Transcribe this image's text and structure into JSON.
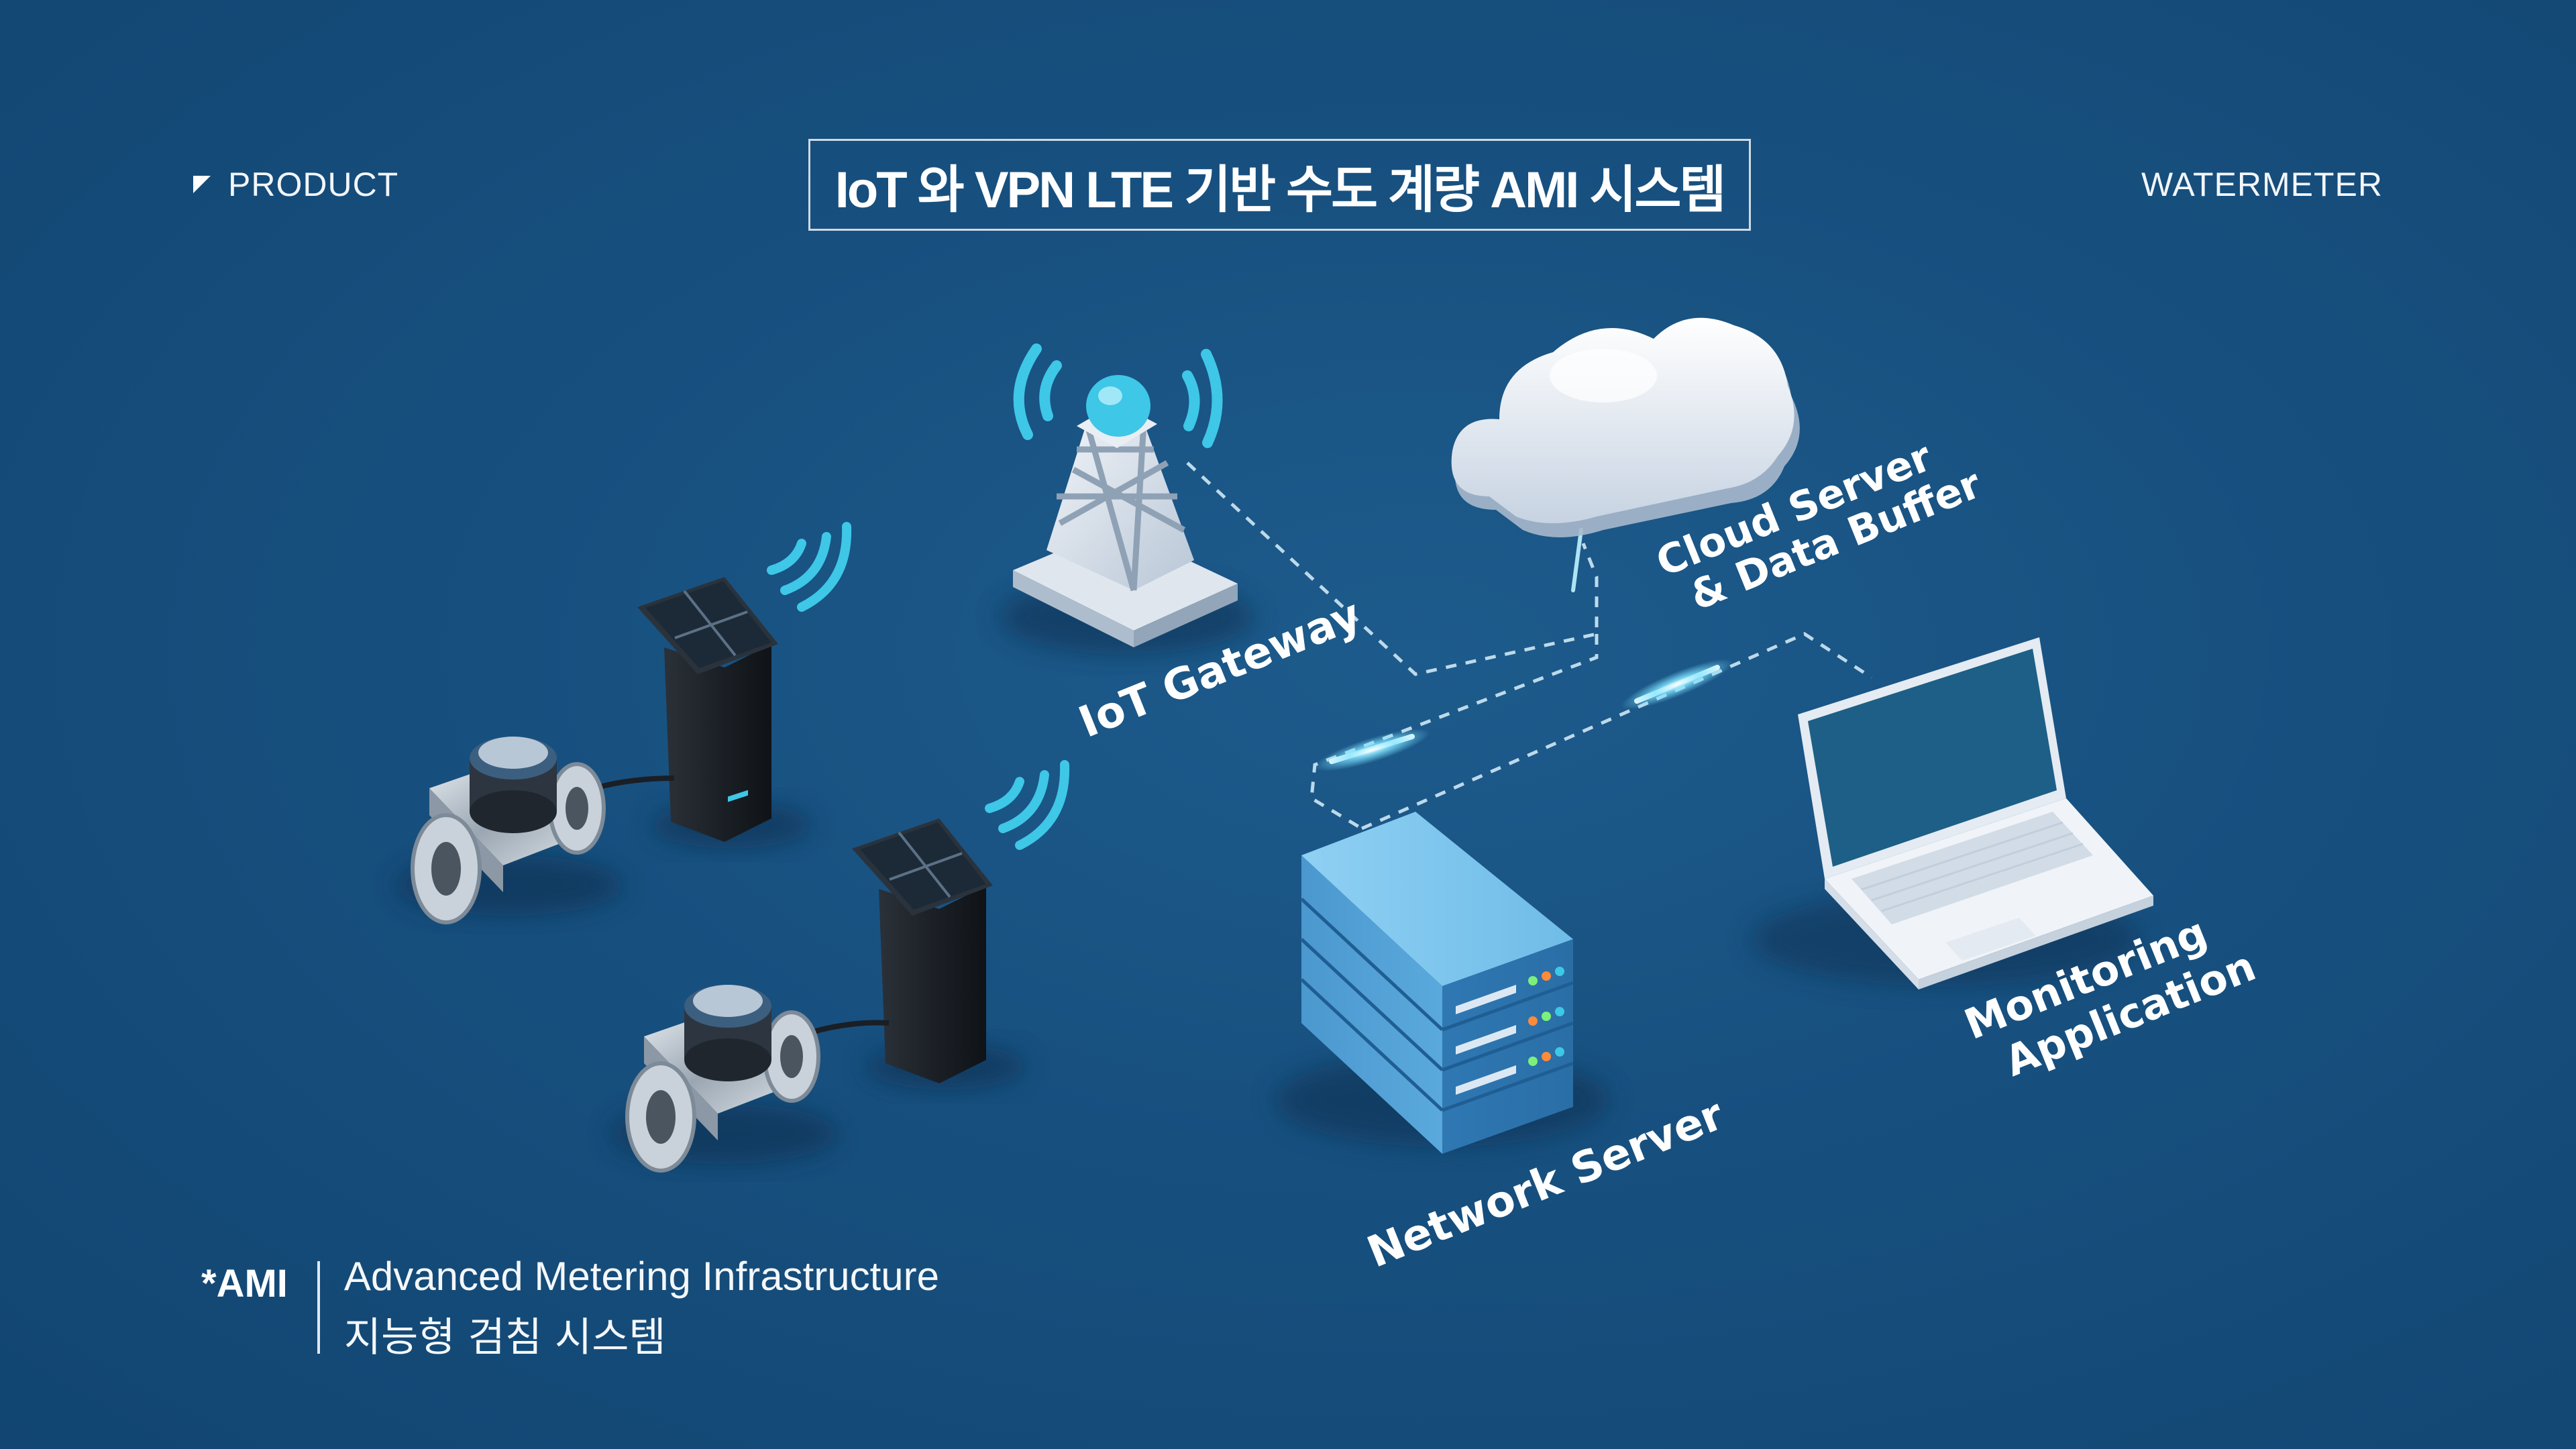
{
  "header": {
    "section_label": "PRODUCT",
    "title": "IoT 와 VPN LTE 기반 수도 계량 AMI 시스템",
    "category": "WATERMETER"
  },
  "diagram": {
    "nodes": {
      "gateway": "IoT Gateway",
      "cloud_line1": "Cloud Server",
      "cloud_line2": "& Data Buffer",
      "network_server": "Network Server",
      "monitoring_line1": "Monitoring",
      "monitoring_line2": "Application"
    }
  },
  "footnote": {
    "key": "*AMI",
    "english": "Advanced Metering Infrastructure",
    "korean": "지능형 검침 시스템"
  },
  "colors": {
    "background": "#17507f",
    "accent_cyan": "#3ec7e6",
    "server_blue": "#5aa9dc",
    "signal_glow": "#7fe3ff"
  }
}
